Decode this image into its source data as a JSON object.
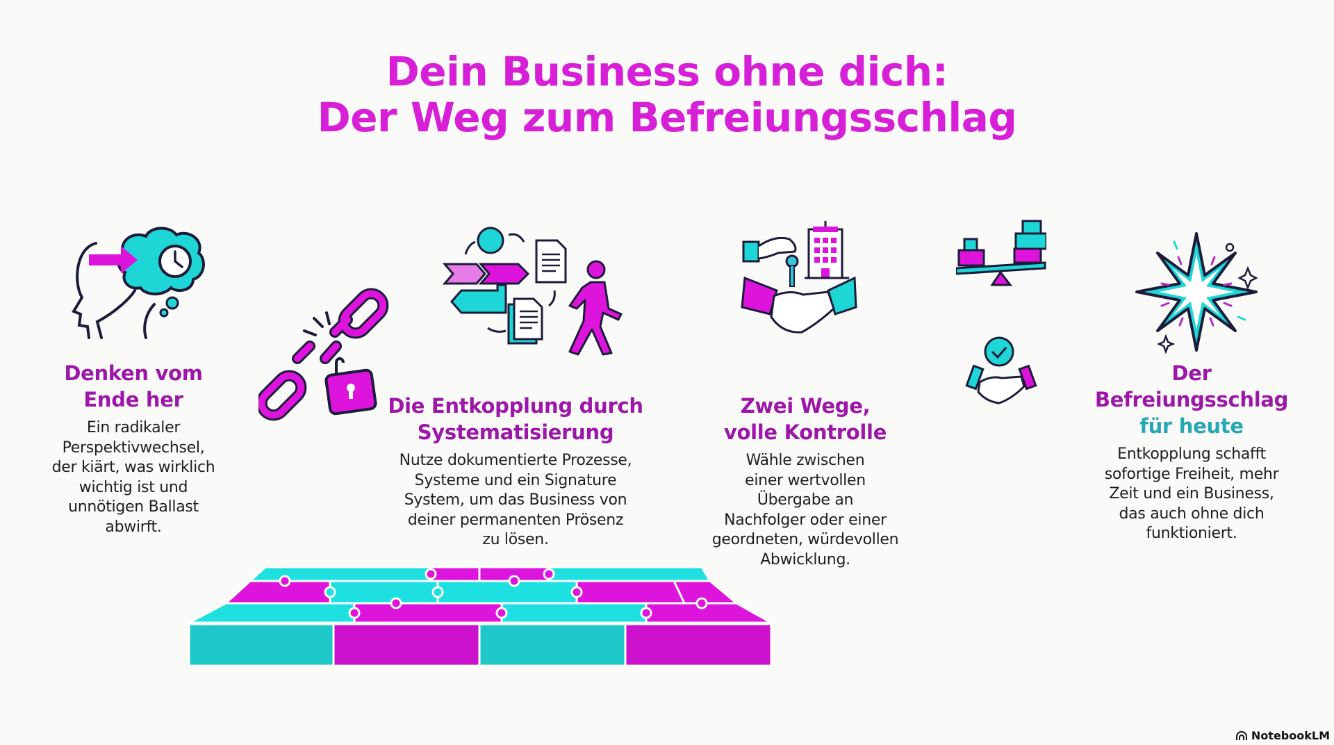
{
  "title": {
    "line1": "Dein Business ohne dich:",
    "line2": "Der Weg zum Befreiungsschlag"
  },
  "colors": {
    "magenta": "#dc14dc",
    "headline_purple": "#9c16a8",
    "teal": "#1fd6d6",
    "teal_dark": "#27a7b4",
    "outline": "#1b1b3a",
    "background": "#fafaf9"
  },
  "steps": [
    {
      "heading": "Denken vom Ende her",
      "heading_lines": [
        "Denken vom",
        "Ende her"
      ],
      "icon": "head-thought-clock-icon",
      "body": "Ein radikaler Perspektivwechsel, der kläert, was wirklich wichtig ist und unnötigen Ballast abwirft.",
      "body_lines": [
        "Ein radikaler",
        "Perspektivwechsel,",
        "der kiärt, was wirklich",
        "wichtig ist und",
        "unnötigen Ballast",
        "abwirft."
      ]
    },
    {
      "heading": "Die Entkopplung durch Systematisierung",
      "heading_lines": [
        "Die Entkopplung durch",
        "Systematisierung"
      ],
      "icon": "process-flow-walking-person-icon",
      "secondary_icon": "broken-chain-padlock-icon",
      "body_lines": [
        "Nutze dokumentierte Prozesse,",
        "Systeme und ein Signature",
        "System, um das Business von",
        "deiner permanenten Prösenz",
        "zu lösen."
      ]
    },
    {
      "heading": "Zwei Wege, volle Kontrolle",
      "heading_lines": [
        "Zwei Wege,",
        "volle Kontrolle"
      ],
      "icon": "handshake-key-building-icon",
      "secondary_icons": [
        "balance-scale-icon",
        "handshake-check-icon"
      ],
      "body_lines": [
        "Wähle zwischen",
        "einer wertvollen",
        "Übergabe an",
        "Nachfolger oder einer",
        "geordneten, würdevollen",
        "Abwicklung."
      ]
    },
    {
      "heading": "Der Befreiungsschlag für heute",
      "heading_lines": [
        "Der",
        "Befreiungsschlag"
      ],
      "heading_accent": "für heute",
      "icon": "starburst-icon",
      "body_lines": [
        "Entkopplung schafft",
        "sofortige Freiheit, mehr",
        "Zeit und ein Business,",
        "das auch ohne dich",
        "funktioniert."
      ]
    }
  ],
  "decoration": {
    "puzzle_platform": "puzzle-platform-illustration"
  },
  "branding": {
    "label": "NotebookLM",
    "icon": "notebooklm-logo-icon"
  }
}
